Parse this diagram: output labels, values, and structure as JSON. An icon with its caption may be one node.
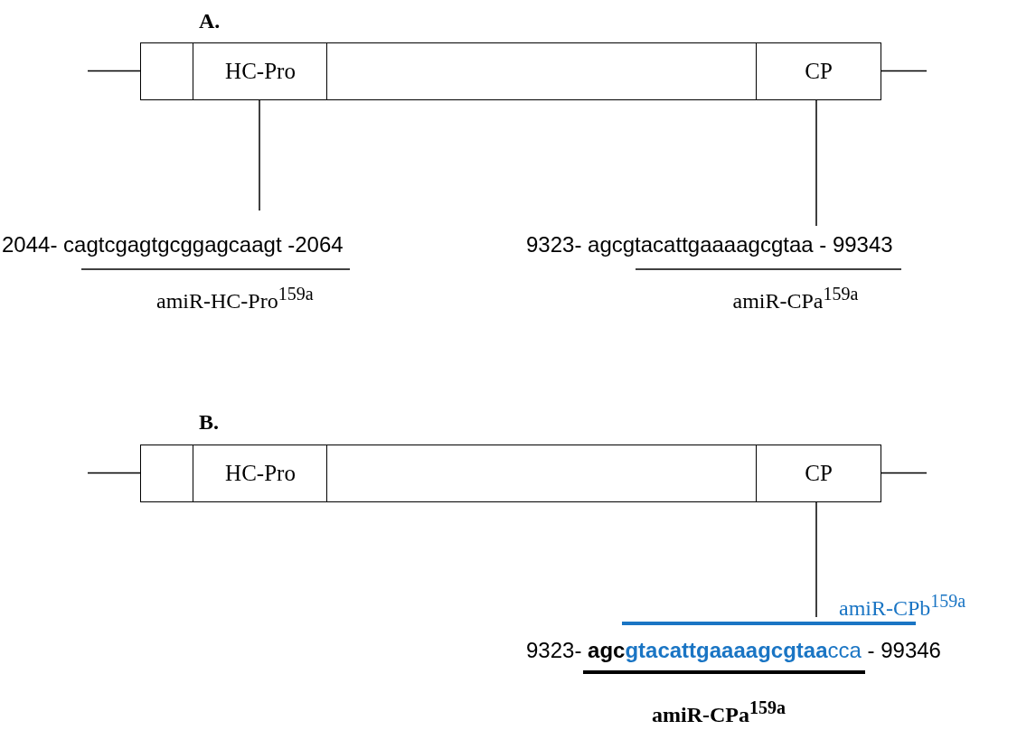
{
  "diagram": {
    "nodes": [
      {
        "text": [],
        "shape": "box"
      },
      {
        "text": [
          "HC-Pro"
        ]
      },
      {
        "text": [],
        "shape": "box"
      },
      {
        "text": [
          "CP"
        ]
      },
      {
        "text": [
          "2044- cagtcgagtgcggagcaagt -2064"
        ]
      },
      {
        "text": [
          "9323- agcgtacattgaaaagcgtaa - 99343"
        ]
      },
      {
        "text": [],
        "shape": "box"
      },
      {
        "text": [
          "HC-Pro"
        ]
      },
      {
        "text": [],
        "shape": "box"
      },
      {
        "text": [
          "CP"
        ]
      },
      {
        "text": [
          "9323- **agcgtacattgaaaagcgtaa**cca - 99346"
        ]
      }
    ],
    "edges": [
      {
        "from": 1,
        "to": 4,
        "arrow": "none"
      },
      {
        "from": 3,
        "to": 5,
        "arrow": "none"
      },
      {
        "from": 9,
        "to": 10,
        "arrow": "none"
      }
    ],
    "labels": [
      "A.",
      "amiR-HC-Pro$^{159a}$",
      "amiR-CPa$^{159a}$",
      "B.",
      "amiR-CPb$^{159a}$",
      "amiR-CPa$^{159a}$"
    ]
  }
}
